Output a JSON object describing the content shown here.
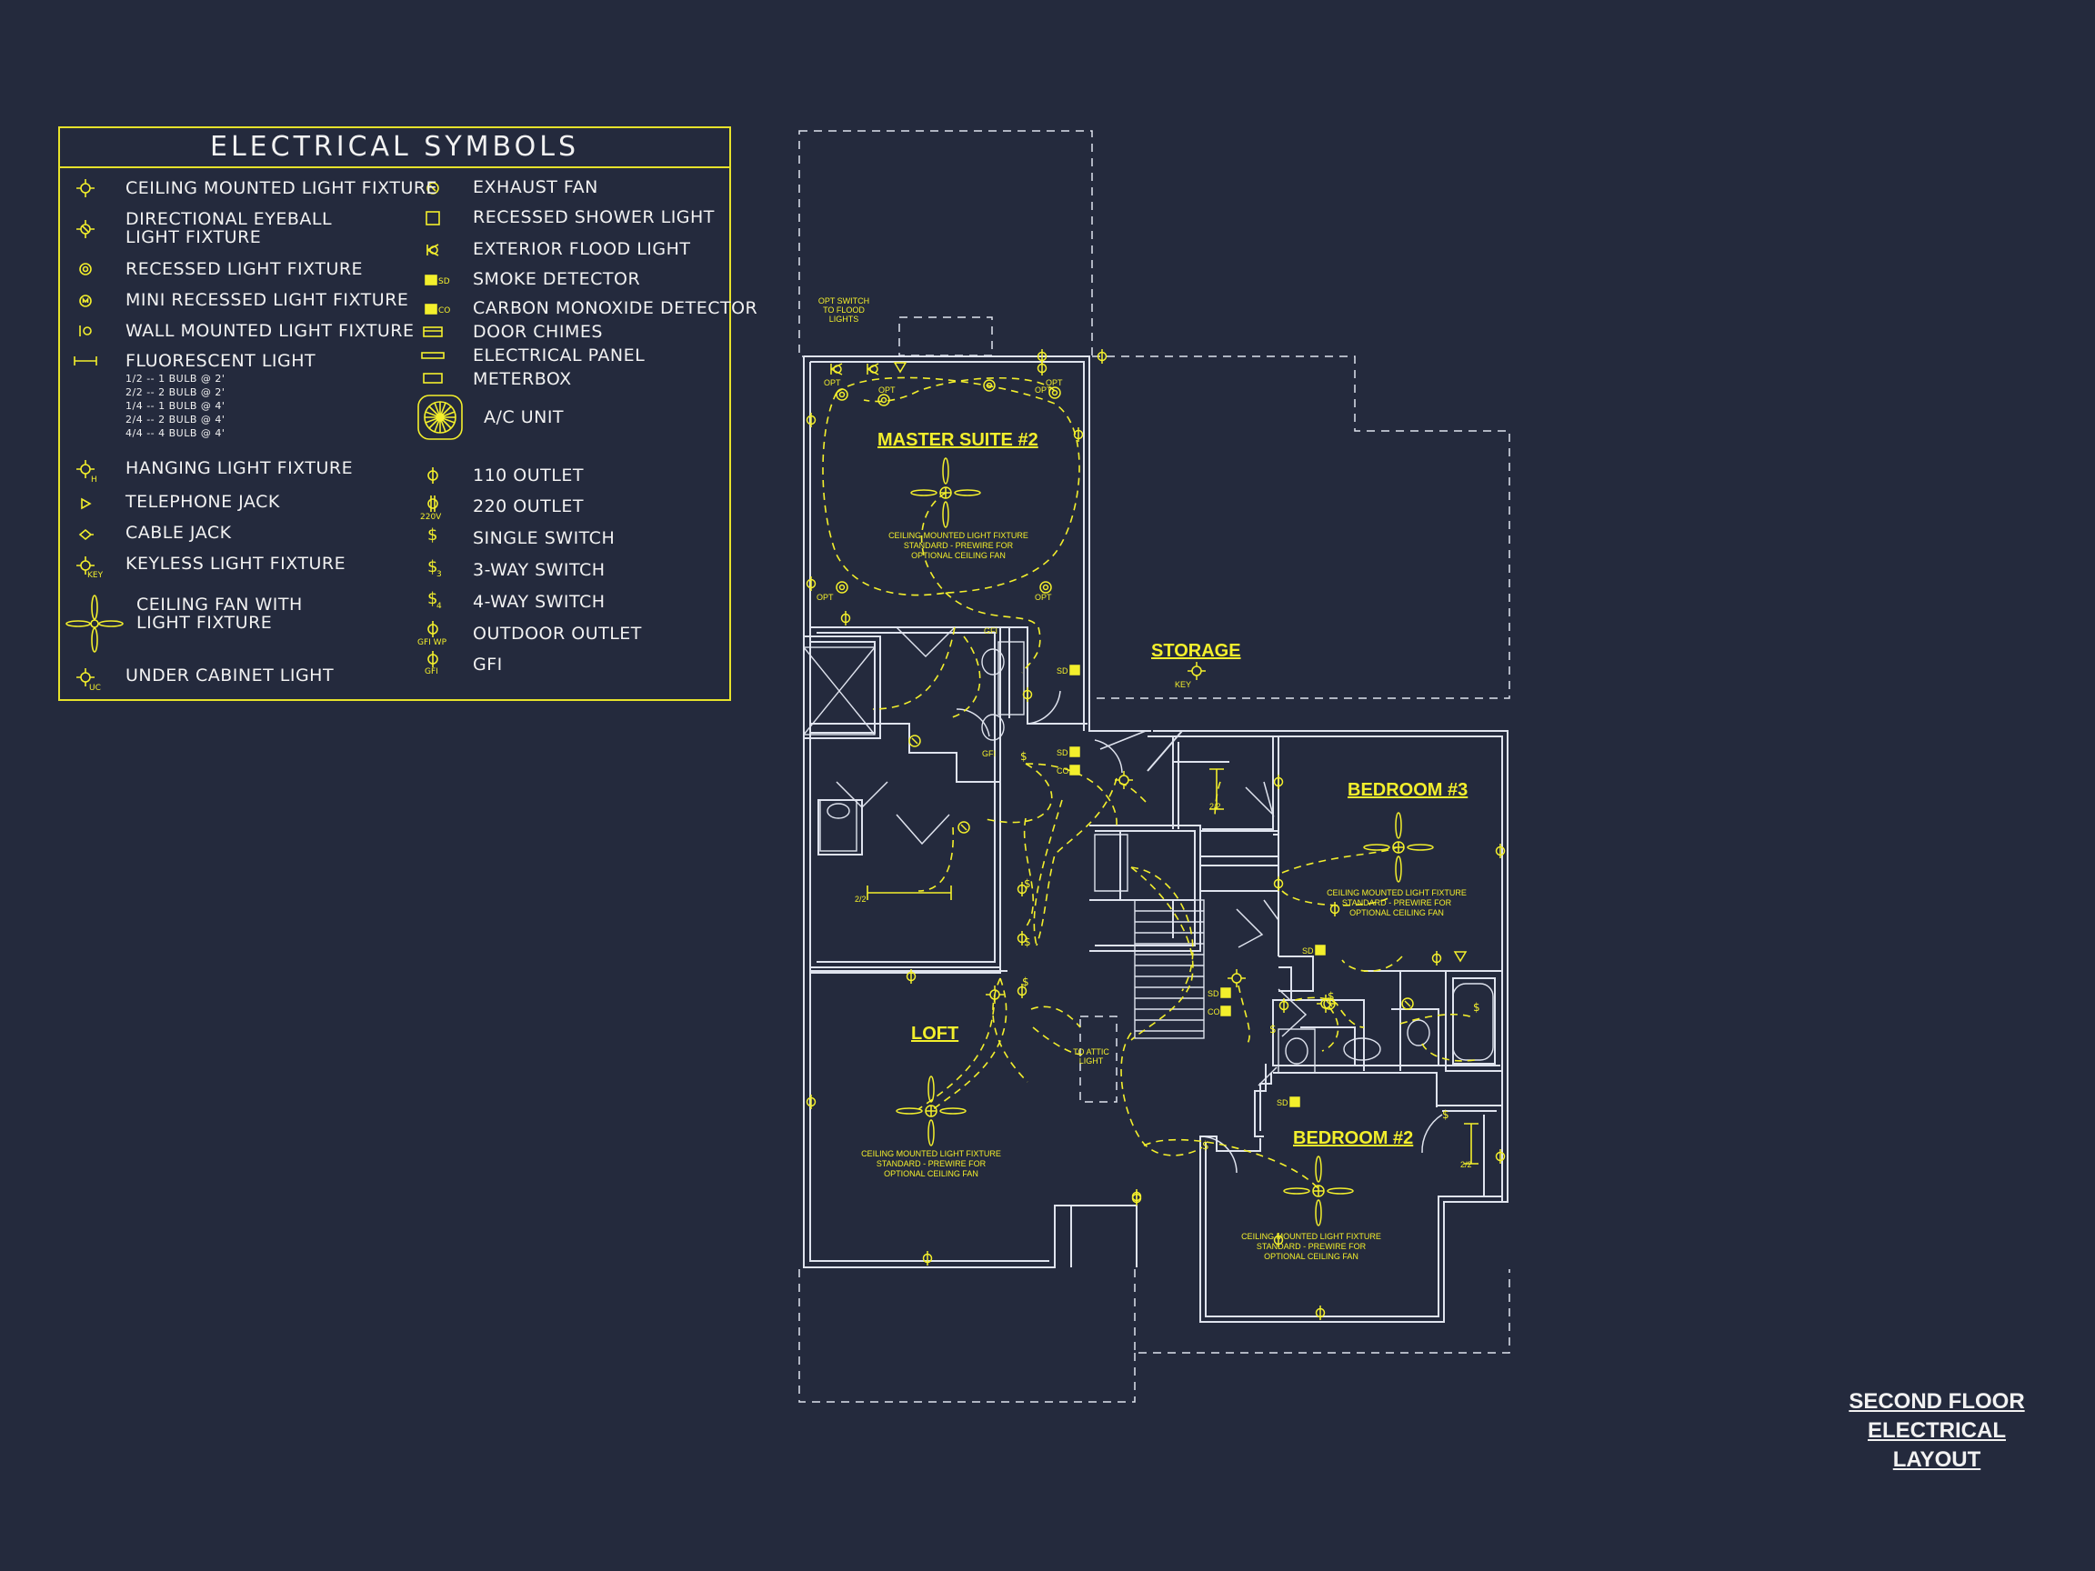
{
  "legend": {
    "title": "ELECTRICAL SYMBOLS",
    "left": [
      {
        "icon": "ceiling-light-icon",
        "label": "CEILING MOUNTED LIGHT FIXTURE"
      },
      {
        "icon": "eyeball-light-icon",
        "label": "DIRECTIONAL EYEBALL",
        "label2": "LIGHT FIXTURE"
      },
      {
        "icon": "recessed-light-icon",
        "label": "RECESSED LIGHT FIXTURE"
      },
      {
        "icon": "mini-recessed-light-icon",
        "label": "MINI RECESSED LIGHT FIXTURE"
      },
      {
        "icon": "wall-light-icon",
        "label": "WALL MOUNTED LIGHT FIXTURE"
      },
      {
        "icon": "fluorescent-light-icon",
        "label": "FLUORESCENT LIGHT"
      },
      {
        "icon": "hanging-light-icon",
        "label": "HANGING LIGHT FIXTURE"
      },
      {
        "icon": "telephone-jack-icon",
        "label": "TELEPHONE JACK"
      },
      {
        "icon": "cable-jack-icon",
        "label": "CABLE JACK"
      },
      {
        "icon": "keyless-light-icon",
        "label": "KEYLESS LIGHT FIXTURE"
      },
      {
        "icon": "ceiling-fan-icon",
        "label": "CEILING FAN WITH",
        "label2": "LIGHT FIXTURE"
      },
      {
        "icon": "under-cabinet-light-icon",
        "label": "UNDER CABINET LIGHT"
      }
    ],
    "fluorescent_sizes": [
      "1/2 -- 1 BULB @ 2'",
      "2/2 -- 2 BULB @ 2'",
      "1/4 -- 1 BULB @ 4'",
      "2/4 -- 2 BULB @ 4'",
      "4/4 -- 4 BULB @ 4'"
    ],
    "right": [
      {
        "icon": "exhaust-fan-icon",
        "label": "EXHAUST FAN"
      },
      {
        "icon": "recessed-shower-light-icon",
        "label": "RECESSED SHOWER LIGHT"
      },
      {
        "icon": "flood-light-icon",
        "label": "EXTERIOR FLOOD LIGHT"
      },
      {
        "icon": "smoke-detector-icon",
        "label": "SMOKE DETECTOR"
      },
      {
        "icon": "co-detector-icon",
        "label": "CARBON MONOXIDE DETECTOR"
      },
      {
        "icon": "door-chimes-icon",
        "label": "DOOR CHIMES"
      },
      {
        "icon": "electrical-panel-icon",
        "label": "ELECTRICAL PANEL"
      },
      {
        "icon": "meterbox-icon",
        "label": "METERBOX"
      },
      {
        "icon": "ac-unit-icon",
        "label": "A/C UNIT"
      },
      {
        "icon": "outlet-110-icon",
        "label": "110 OUTLET"
      },
      {
        "icon": "outlet-220-icon",
        "label": "220 OUTLET"
      },
      {
        "icon": "single-switch-icon",
        "label": "SINGLE SWITCH"
      },
      {
        "icon": "three-way-switch-icon",
        "label": "3-WAY SWITCH"
      },
      {
        "icon": "four-way-switch-icon",
        "label": "4-WAY SWITCH"
      },
      {
        "icon": "outdoor-outlet-icon",
        "label": "OUTDOOR OUTLET"
      },
      {
        "icon": "gfi-icon",
        "label": "GFI"
      }
    ],
    "symbol_tags": {
      "key": "KEY",
      "uc": "UC",
      "h": "H",
      "sd": "SD",
      "co": "CO",
      "v220": "220V",
      "gfi_wp": "GFI WP",
      "gfi": "GFI",
      "sub3": "3",
      "sub4": "4"
    }
  },
  "plan": {
    "rooms": {
      "master": "MASTER SUITE #2",
      "storage": "STORAGE",
      "bedroom3": "BEDROOM #3",
      "loft": "LOFT",
      "bedroom2": "BEDROOM #2"
    },
    "fixture_note": [
      "CEILING MOUNTED LIGHT FIXTURE",
      "STANDARD - PREWIRE FOR",
      "OPTIONAL CEILING FAN"
    ],
    "opt_switch_note": [
      "OPT SWITCH",
      "TO FLOOD",
      "LIGHTS"
    ],
    "attic_note": [
      "TO ATTIC",
      "LIGHT"
    ],
    "tags": {
      "opt": "OPT",
      "key": "KEY",
      "sd": "SD",
      "co": "CO",
      "gfi": "GFI",
      "fluor": "2/2"
    }
  },
  "title_block": {
    "line1": "SECOND FLOOR",
    "line2": "ELECTRICAL LAYOUT"
  },
  "colors": {
    "background": "#242a3d",
    "symbol": "#f3ef2c",
    "walls": "#dfe3ee",
    "legend_border": "#e7e22b"
  }
}
